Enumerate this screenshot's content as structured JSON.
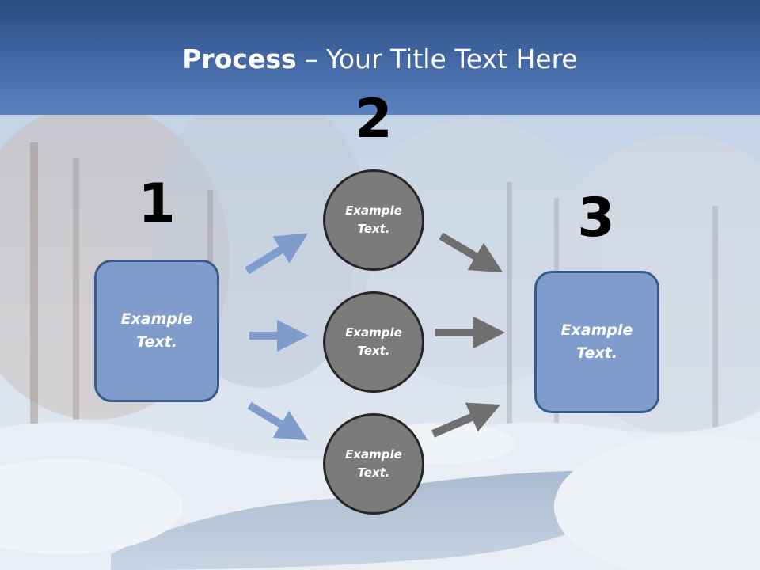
{
  "header": {
    "title_bold": "Process",
    "title_rest": " – Your Title Text Here"
  },
  "diagram": {
    "steps": [
      {
        "number": "1",
        "label": "Example Text."
      },
      {
        "number": "2",
        "label": ""
      },
      {
        "number": "3",
        "label": "Example Text."
      }
    ],
    "circles": [
      {
        "label": "Example Text."
      },
      {
        "label": "Example Text."
      },
      {
        "label": "Example Text."
      }
    ]
  },
  "colors": {
    "header": "#3f64a0",
    "box_fill": "#7f9ccd",
    "box_border": "#3b5a8b",
    "circle_fill": "#7b7b7b",
    "circle_border": "#262626",
    "arrow_in": "#7f9ccd",
    "arrow_out": "#6f6f6f"
  }
}
